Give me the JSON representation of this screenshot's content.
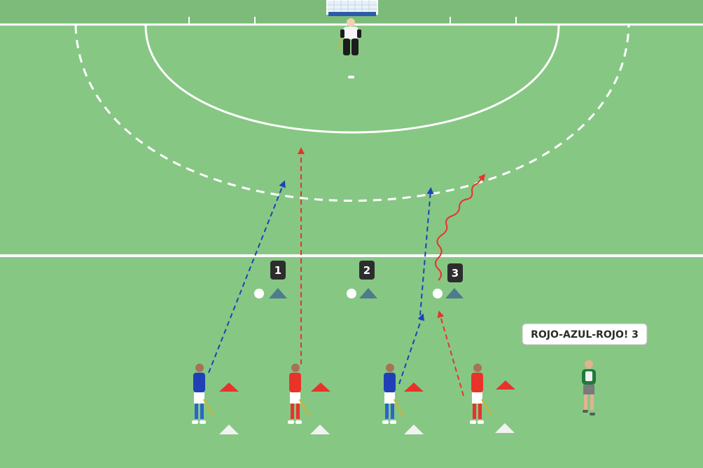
{
  "colors": {
    "pitch": "#86c784",
    "pitch_top": "#7dbb7b",
    "line": "#ffffff",
    "red": "#e8332b",
    "blue": "#2140b7",
    "cone_dark": "#4f7b8c",
    "cone_white": "#f2f2f2",
    "badge": "#2d2d2d",
    "goalkeeper": "#1c1c1c",
    "coach_shirt": "#1f7a3a"
  },
  "gates": [
    {
      "label": "1"
    },
    {
      "label": "2"
    },
    {
      "label": "3"
    }
  ],
  "coach": {
    "call": "ROJO-AZUL-ROJO! 3"
  },
  "players": [
    {
      "team": "blue",
      "icon": "player-icon"
    },
    {
      "team": "red",
      "icon": "player-icon"
    },
    {
      "team": "blue",
      "icon": "player-icon"
    },
    {
      "team": "red",
      "icon": "player-icon"
    }
  ],
  "icons": {
    "goalkeeper": "goalkeeper-icon",
    "coach": "coach-icon",
    "ball": "ball-icon",
    "cone": "cone-icon",
    "goal": "goal-icon"
  }
}
